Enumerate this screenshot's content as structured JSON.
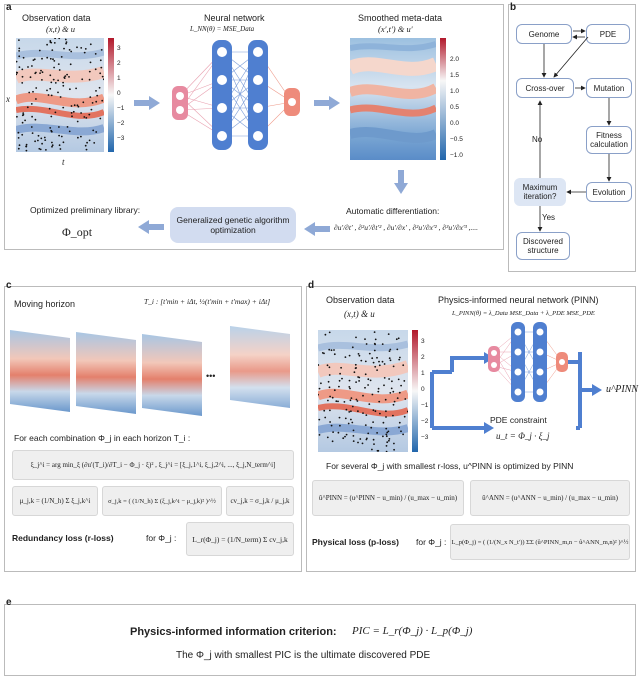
{
  "panel_labels": {
    "a": "a",
    "b": "b",
    "c": "c",
    "d": "d",
    "e": "e"
  },
  "panel_a": {
    "observation_title": "Observation data",
    "observation_vars": "(x,t) & u",
    "axis_x": "x",
    "axis_t": "t",
    "colorbar_ticks": [
      "3",
      "2",
      "1",
      "0",
      "−1",
      "−2",
      "−3"
    ],
    "nn_title": "Neural network",
    "nn_loss": "L_NN(θ) = MSE_Data",
    "smoothed_title": "Smoothed meta-data",
    "smoothed_vars": "(x′,t′) & u′",
    "smoothed_ticks": [
      "2.0",
      "1.5",
      "1.0",
      "0.5",
      "0.0",
      "−0.5",
      "−1.0"
    ],
    "autodiff_title": "Automatic differentiation:",
    "autodiff_terms": "∂u′/∂t′ , ∂²u′/∂t′² , ∂u′/∂x′ , ∂²u′/∂x′² , ∂³u′/∂x′³ ,....",
    "genetic_box": "Generalized genetic algorithm optimization",
    "library_title": "Optimized preliminary library:",
    "library_symbol": "Φ_opt"
  },
  "panel_b": {
    "genome": "Genome",
    "pde": "PDE",
    "crossover": "Cross-over",
    "mutation": "Mutation",
    "fitness": "Fitness calculation",
    "evolution": "Evolution",
    "max_iter": "Maximum iteration?",
    "no": "No",
    "yes": "Yes",
    "discovered": "Discovered structure"
  },
  "panel_c": {
    "moving_horizon": "Moving horizon",
    "horizon_eq": "T_i : [t′min + iΔt, ½(t′min + t′max) + iΔt]",
    "ellipsis": "•••",
    "combination_text": "For each combination Φ_j in each horizon T_i :",
    "xi_eq": "ξ_j^i = arg min_ξ (∂u′(T_i)/∂T_i − Φ_j · ξ)² ,  ξ_j^i = [ξ_j,1^i, ξ_j,2^i, ..., ξ_j,N_term^i]",
    "mu_eq": "μ_j,k = (1/N_h) Σ ξ_j,k^i",
    "sigma_eq": "σ_j,k = ( (1/N_h) Σ (ξ_j,k^i − μ_j,k)² )^½",
    "cv_eq": "cv_j,k = σ_j,k / μ_j,k",
    "redundancy_label": "Redundancy loss (r-loss)",
    "redundancy_for": "for Φ_j :",
    "redundancy_eq": "L_r(Φ_j) = (1/N_term) Σ cv_j,k"
  },
  "panel_d": {
    "observation_title": "Observation data",
    "observation_vars": "(x,t) & u",
    "colorbar_ticks": [
      "3",
      "2",
      "1",
      "0",
      "−1",
      "−2",
      "−3"
    ],
    "pinn_title": "Physics-informed neural network (PINN)",
    "pinn_loss": "L_PINN(θ) = λ_Data MSE_Data + λ_PDE MSE_PDE",
    "pde_constraint": "PDE constraint",
    "constraint_eq": "u_t = Φ_j · ξ_j",
    "output_symbol": "u^PINN",
    "optimized_text": "For several Φ_j with smallest r-loss, u^PINN is optimized by PINN",
    "norm_pinn": "û^PINN = (u^PINN − u_min) / (u_max − u_min)",
    "norm_ann": "û^ANN = (u^ANN − u_min) / (u_max − u_min)",
    "physical_label": "Physical loss (p-loss)",
    "physical_for": "for Φ_j :",
    "physical_eq": "L_p(Φ_j) = ( (1/(N_x N_t′)) ΣΣ (û^PINN_m,n − û^ANN_m,n)² )^½"
  },
  "panel_e": {
    "criterion_label": "Physics-informed information criterion:",
    "criterion_eq": "PIC = L_r(Φ_j) · L_p(Φ_j)",
    "conclusion": "The Φ_j with smallest PIC is the ultimate discovered PDE"
  },
  "colors": {
    "panel_border": "#bbbbbb",
    "arrow": "#8fa9d6",
    "genetic_box": "#d2dcf0",
    "nn_blue": "#4f7fd0",
    "nn_pink": "#e78aa0",
    "nn_orange": "#ee8b7b",
    "eq_box": "#efefef"
  }
}
